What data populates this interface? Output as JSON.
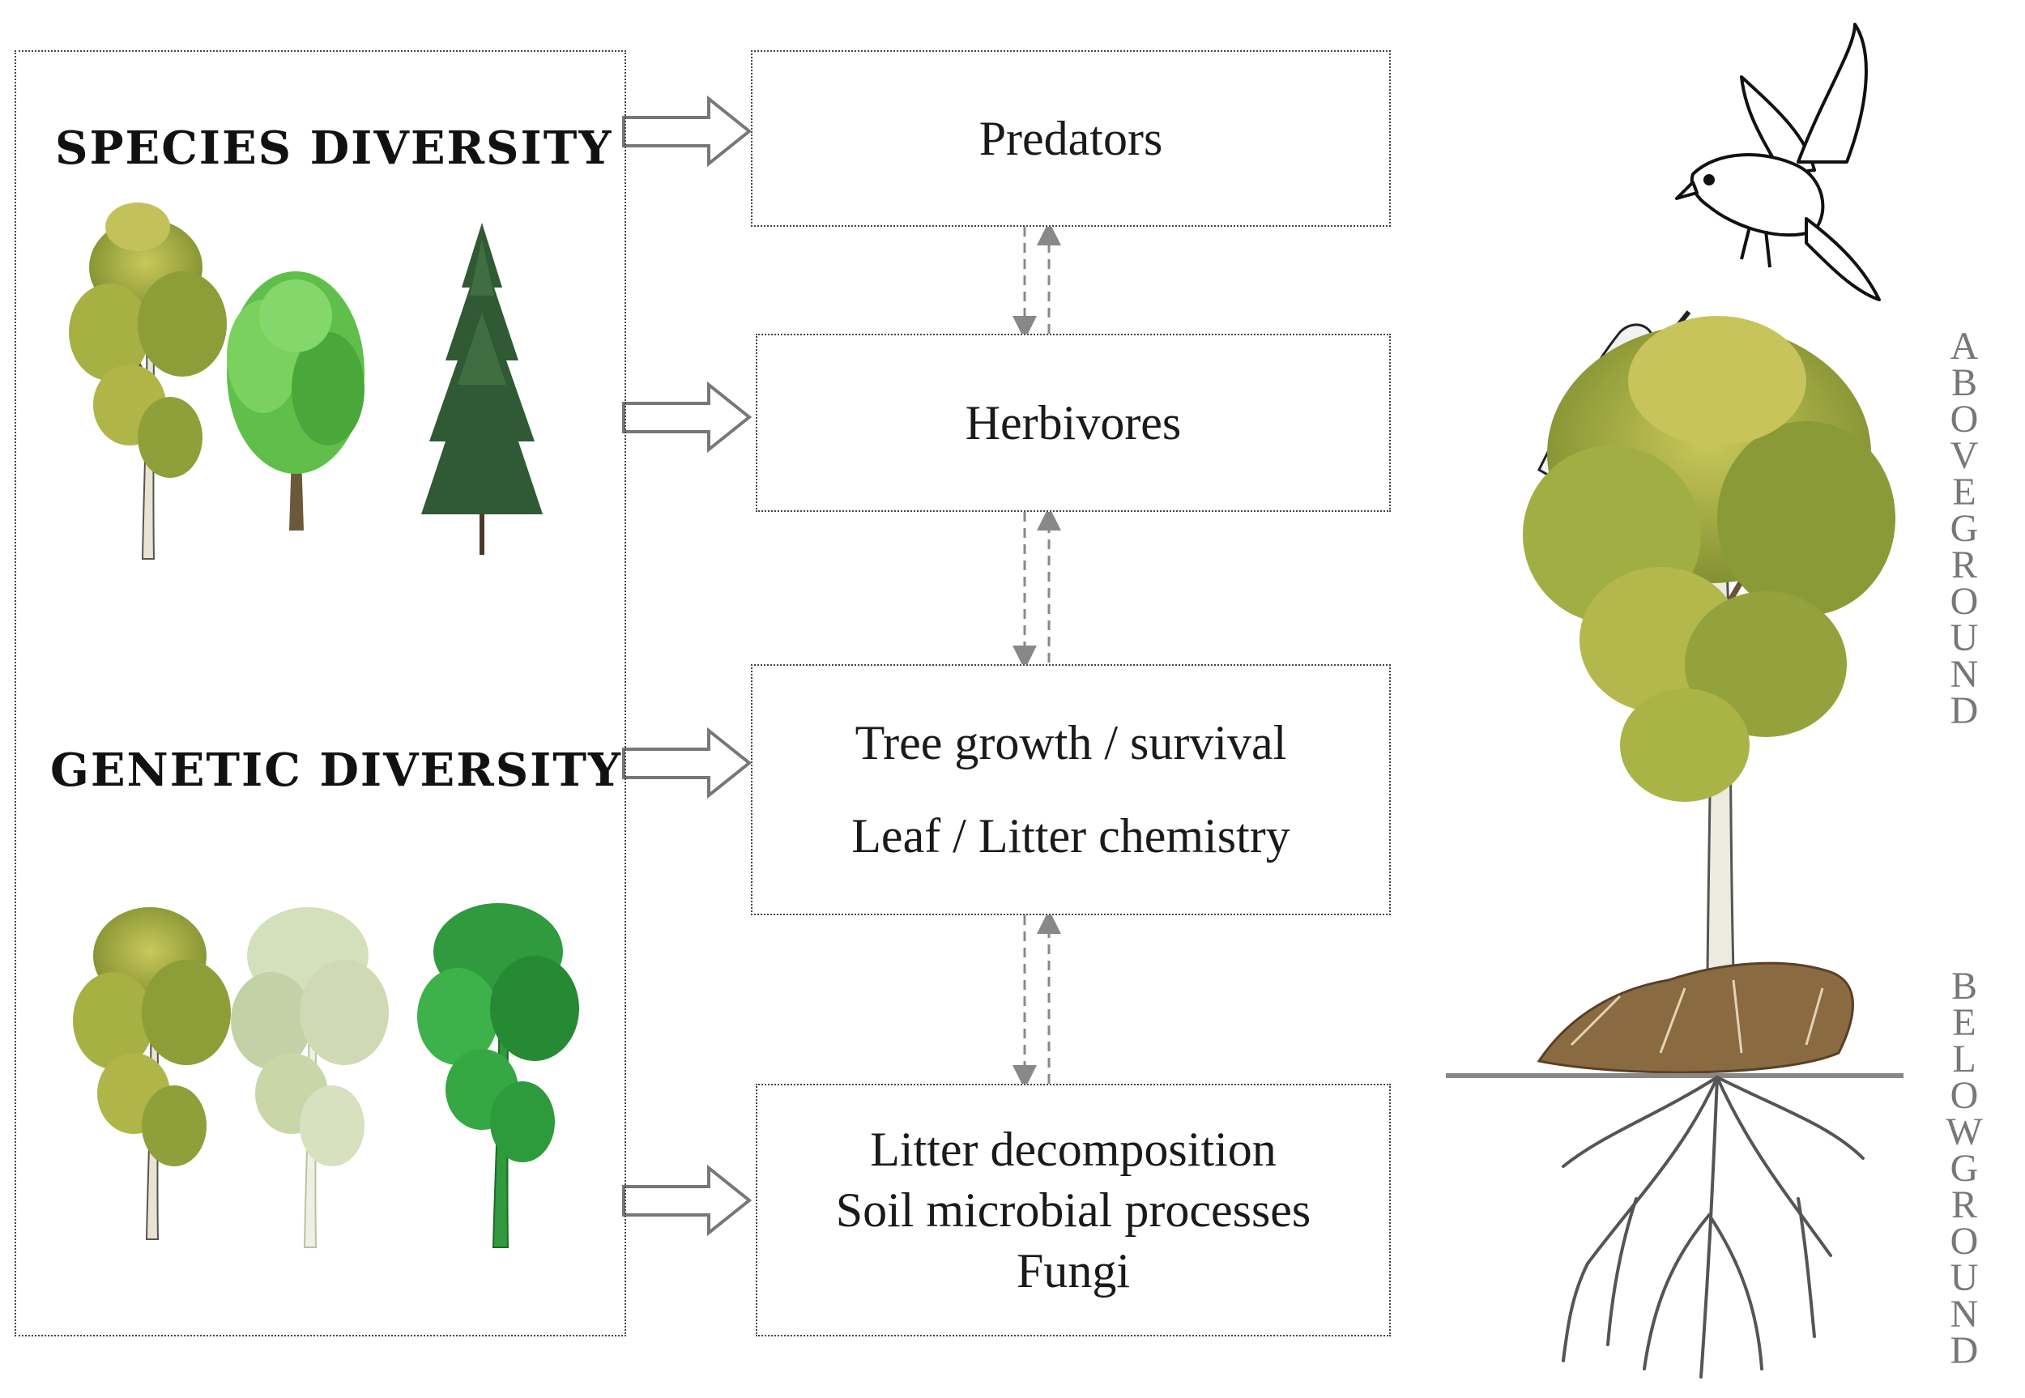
{
  "diagram": {
    "left_panel": {
      "species_heading": "SPECIES DIVERSITY",
      "genetic_heading": "GENETIC DIVERSITY"
    },
    "boxes": {
      "predators": [
        "Predators"
      ],
      "herbivores": [
        "Herbivores"
      ],
      "tree": [
        "Tree growth / survival",
        "Leaf / Litter chemistry"
      ],
      "soil": [
        "Litter decomposition",
        "Soil microbial processes",
        "Fungi"
      ]
    },
    "side_labels": {
      "aboveground": "ABOVEGROUND",
      "belowground": "BELOWGROUND"
    },
    "icons": [
      "birch-tree-icon",
      "oak-tree-icon",
      "spruce-tree-icon",
      "bird-icon",
      "caterpillar-icon",
      "roots-icon",
      "leaf-litter-icon"
    ],
    "colors": {
      "birch_foliage": "#9aaa3a",
      "pale_birch": "#c8d6a8",
      "bright_birch": "#2f9a3e",
      "oak_foliage": "#5fbf4a",
      "spruce_foliage": "#2f5a33",
      "litter": "#8a6a40",
      "roots": "#555555",
      "arrow": "#888888"
    }
  }
}
